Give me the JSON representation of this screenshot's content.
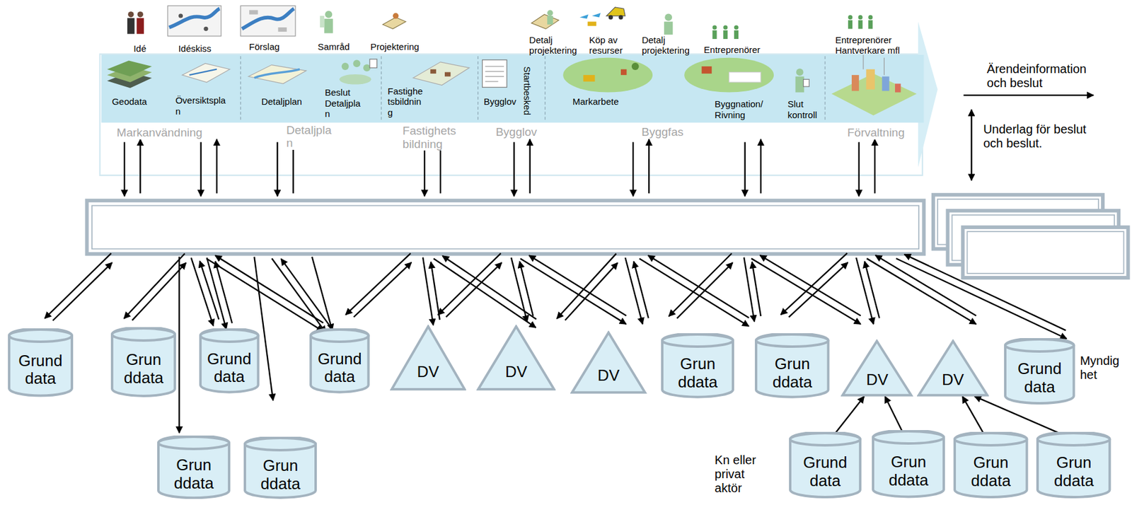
{
  "diagram": {
    "nodes": [
      {
        "text": [
          "Grund data"
        ]
      },
      {
        "text": [
          "Grun ddata"
        ]
      },
      {
        "text": [
          "Grund data"
        ]
      },
      {
        "text": [
          "Grund data"
        ]
      },
      {
        "text": [
          "DV"
        ]
      },
      {
        "text": [
          "DV"
        ]
      },
      {
        "text": [
          "DV"
        ]
      },
      {
        "text": [
          "Grun ddata"
        ]
      },
      {
        "text": [
          "Grun ddata"
        ]
      },
      {
        "text": [
          "DV"
        ]
      },
      {
        "text": [
          "DV"
        ]
      },
      {
        "text": [
          "Grund data"
        ]
      },
      {
        "text": [
          "Grun ddata"
        ]
      },
      {
        "text": [
          "Grun ddata"
        ]
      },
      {
        "text": [
          "Grund data"
        ]
      },
      {
        "text": [
          "Grun ddata"
        ]
      },
      {
        "text": [
          "Grun ddata"
        ]
      },
      {
        "text": [
          "Grun ddata"
        ]
      }
    ],
    "edges": [
      {
        "from": 14,
        "to": 9,
        "arrow": "to"
      },
      {
        "from": 15,
        "to": 9,
        "arrow": "to"
      },
      {
        "from": 16,
        "to": 10,
        "arrow": "to"
      },
      {
        "from": 17,
        "to": 10,
        "arrow": "to"
      }
    ],
    "labels": [
      "Idé",
      "Idéskiss",
      "Förslag",
      "Samråd",
      "Projektering",
      "Detalj projektering",
      "Köp av resurser",
      "Detalj projektering",
      "Entreprenörer",
      "Entreprenörer Hantverkare mfl",
      "Geodata",
      "Översiktspla n",
      "Detaljplan",
      "Beslut Detaljpla n",
      "Fastighe tsbildnin g",
      "Bygglov",
      "Startbesked",
      "Markarbete",
      "Byggnation/ Rivning",
      "Slut kontroll",
      "Markanvändning",
      "Detaljpla n",
      "Fastighets bildning",
      "Bygglov",
      "Byggfas",
      "Förvaltning",
      "Myndig het",
      "Kn eller privat aktör"
    ],
    "legend": [
      {
        "text": "Ärendeinformation och beslut"
      },
      {
        "text": "Underlag för beslut och beslut."
      }
    ]
  }
}
